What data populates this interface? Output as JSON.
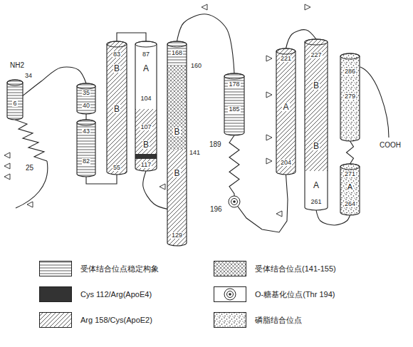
{
  "diagram": {
    "nodes": [
      {
        "text": [
          "34",
          "6"
        ]
      },
      {
        "text": [
          "35",
          "40"
        ]
      },
      {
        "text": [
          "43",
          "82"
        ]
      },
      {
        "text": [
          "83",
          "B",
          "B",
          "55"
        ]
      },
      {
        "text": [
          "87",
          "A",
          "104",
          "107",
          "B",
          "117"
        ]
      },
      {
        "text": [
          "168",
          "160",
          "B",
          "141",
          "B",
          "129"
        ]
      },
      {
        "text": [
          "178",
          "185"
        ]
      },
      {
        "text": [
          "221",
          "A",
          "204"
        ]
      },
      {
        "text": [
          "227",
          "B",
          "B",
          "A",
          "261"
        ]
      },
      {
        "text": [
          "286",
          "279"
        ]
      },
      {
        "text": [
          "271",
          "A",
          "264"
        ]
      }
    ],
    "edges": [
      {
        "from": 0,
        "to": 1,
        "arrow": "none"
      },
      {
        "from": 1,
        "to": 2,
        "arrow": "none"
      },
      {
        "from": 2,
        "to": 3,
        "arrow": "none"
      },
      {
        "from": 3,
        "to": 4,
        "arrow": "none"
      },
      {
        "from": 4,
        "to": 5,
        "arrow": "none"
      },
      {
        "from": 5,
        "to": 6,
        "arrow": "none"
      },
      {
        "from": 6,
        "to": 7,
        "arrow": "none"
      },
      {
        "from": 7,
        "to": 8,
        "arrow": "none"
      },
      {
        "from": 8,
        "to": 10,
        "arrow": "none"
      },
      {
        "from": 10,
        "to": 9,
        "arrow": "none"
      }
    ],
    "labels": [
      "NH2",
      "25",
      "189",
      "196",
      "COOH"
    ],
    "legend": [
      {
        "text": "受体结合位点稳定构象"
      },
      {
        "text": "Cys 112/Arg(ApoE4)",
        "color": "#333333"
      },
      {
        "text": "Arg 158/Cys(ApoE2)"
      },
      {
        "text": "受体结合位点(141-155)"
      },
      {
        "text": "O-糖基化位点(Thr 194)"
      },
      {
        "text": "磷脂结合位点"
      }
    ]
  }
}
